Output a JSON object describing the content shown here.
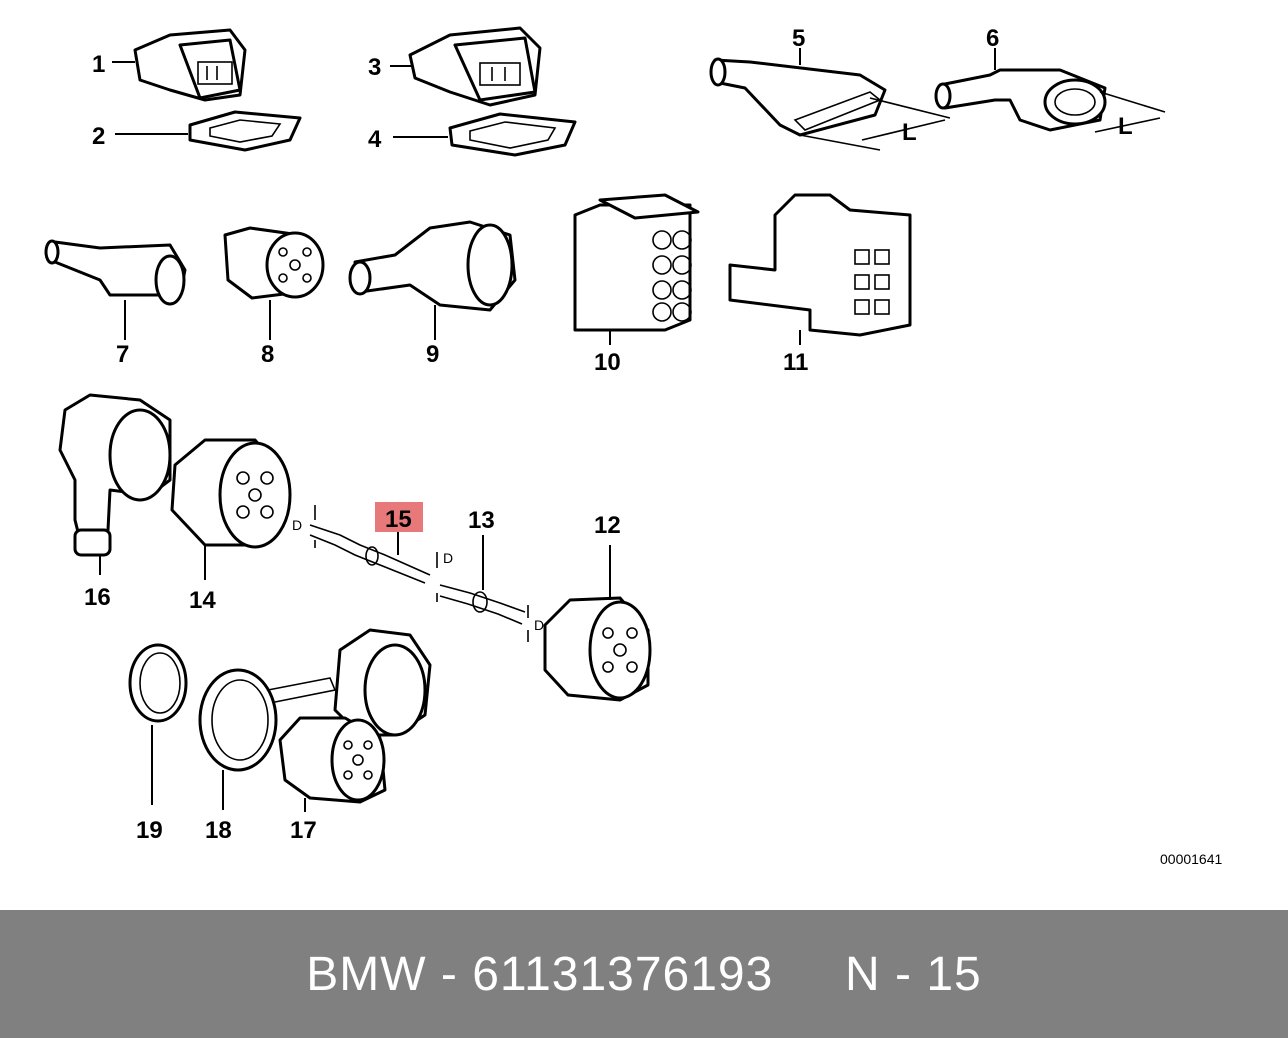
{
  "diagram": {
    "labels": {
      "p1": "1",
      "p2": "2",
      "p3": "3",
      "p4": "4",
      "p5": "5",
      "p6": "6",
      "p7": "7",
      "p8": "8",
      "p9": "9",
      "p10": "10",
      "p11": "11",
      "p12": "12",
      "p13": "13",
      "p14": "14",
      "p15": "15",
      "p16": "16",
      "p17": "17",
      "p18": "18",
      "p19": "19"
    },
    "dimension_label": "L",
    "diameter_label": "D",
    "highlight_color": "#e8797b",
    "figure_number": "00001641"
  },
  "footer": {
    "brand": "BMW",
    "separator": "-",
    "part_number": "61131376193",
    "position_label": "N - 15",
    "background": "#808080"
  }
}
